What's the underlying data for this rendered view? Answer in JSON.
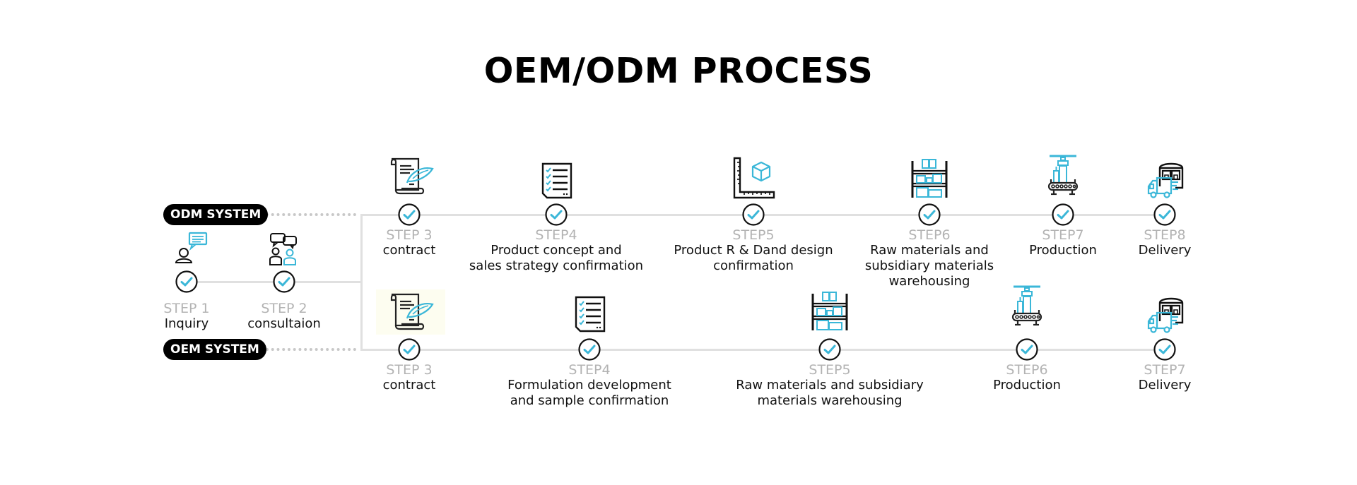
{
  "title": "OEM/ODM PROCESS",
  "colors": {
    "accent": "#3bb7d8",
    "line": "#e0e0e0",
    "step_label": "#b3b3b3",
    "pill_bg": "#000000"
  },
  "common_steps": [
    {
      "step": "STEP 1",
      "label": "Inquiry",
      "icon": "inquiry-person-chat-icon"
    },
    {
      "step": "STEP 2",
      "label": "consultaion",
      "icon": "consultation-people-chat-icon"
    }
  ],
  "odm": {
    "badge": "ODM SYSTEM",
    "steps": [
      {
        "step": "STEP 3",
        "label": "contract",
        "icon": "contract-scroll-quill-icon"
      },
      {
        "step": "STEP4",
        "label": "Product concept and\nsales strategy confirmation",
        "icon": "checklist-icon"
      },
      {
        "step": "STEP5",
        "label": "Product R & Dand design\nconfirmation",
        "icon": "ruler-cube-design-icon"
      },
      {
        "step": "STEP6",
        "label": "Raw materials and\nsubsidiary materials\nwarehousing",
        "icon": "warehouse-shelf-icon"
      },
      {
        "step": "STEP7",
        "label": "Production",
        "icon": "production-machine-icon"
      },
      {
        "step": "STEP8",
        "label": "Delivery",
        "icon": "delivery-truck-warehouse-icon"
      }
    ]
  },
  "oem": {
    "badge": "OEM SYSTEM",
    "steps": [
      {
        "step": "STEP 3",
        "label": "contract",
        "icon": "contract-scroll-quill-icon"
      },
      {
        "step": "STEP4",
        "label": "Formulation development\nand sample confirmation",
        "icon": "checklist-icon"
      },
      {
        "step": "STEP5",
        "label": "Raw materials and subsidiary\nmaterials warehousing",
        "icon": "warehouse-shelf-icon"
      },
      {
        "step": "STEP6",
        "label": "Production",
        "icon": "production-machine-icon"
      },
      {
        "step": "STEP7",
        "label": "Delivery",
        "icon": "delivery-truck-warehouse-icon"
      }
    ]
  }
}
